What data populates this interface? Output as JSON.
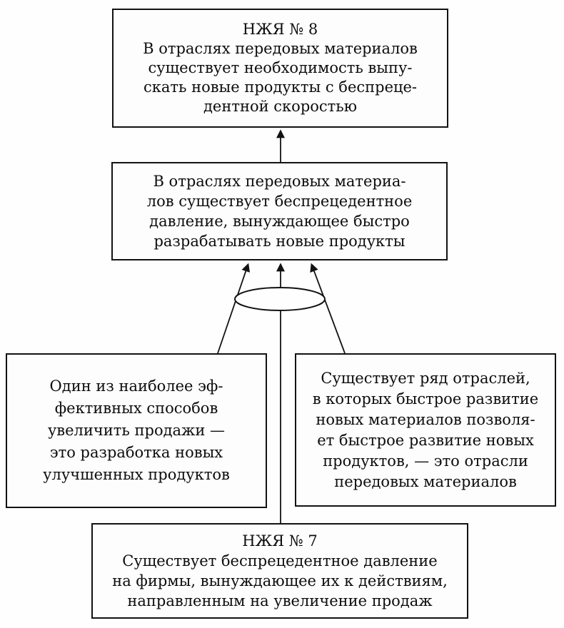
{
  "diagram": {
    "kind": "logic-tree",
    "colors": {
      "ink": "#121212",
      "paper": "#fefefe"
    },
    "connector": {
      "shape": "and-ellipse",
      "meaning": "logical AND of three causes"
    }
  },
  "boxes": {
    "top": {
      "title": "НЖЯ № 8",
      "lines": [
        "В отраслях передовых материалов",
        "существует необходимость выпу-",
        "скать новые продукты с беспреце-",
        "дентной скоростью"
      ]
    },
    "pressure": {
      "lines": [
        "В отраслях передовых материа-",
        "лов существует беспрецедентное",
        "давление, вынуждающее быстро",
        "разрабатывать новые продукты"
      ]
    },
    "left": {
      "lines": [
        "Один из наиболее эф-",
        "фективных способов",
        "увеличить продажи —",
        "это разработка новых",
        "улучшенных продуктов"
      ]
    },
    "right": {
      "lines": [
        "Существует ряд отраслей,",
        "в которых быстрое развитие",
        "новых материалов позволя-",
        "ет быстрое развитие новых",
        "продуктов, — это отрасли",
        "передовых материалов"
      ]
    },
    "bottom": {
      "title": "НЖЯ № 7",
      "lines": [
        "Существует беспрецедентное давление",
        "на фирмы, вынуждающее их к действиям,",
        "направленным на увеличение продаж"
      ]
    }
  }
}
